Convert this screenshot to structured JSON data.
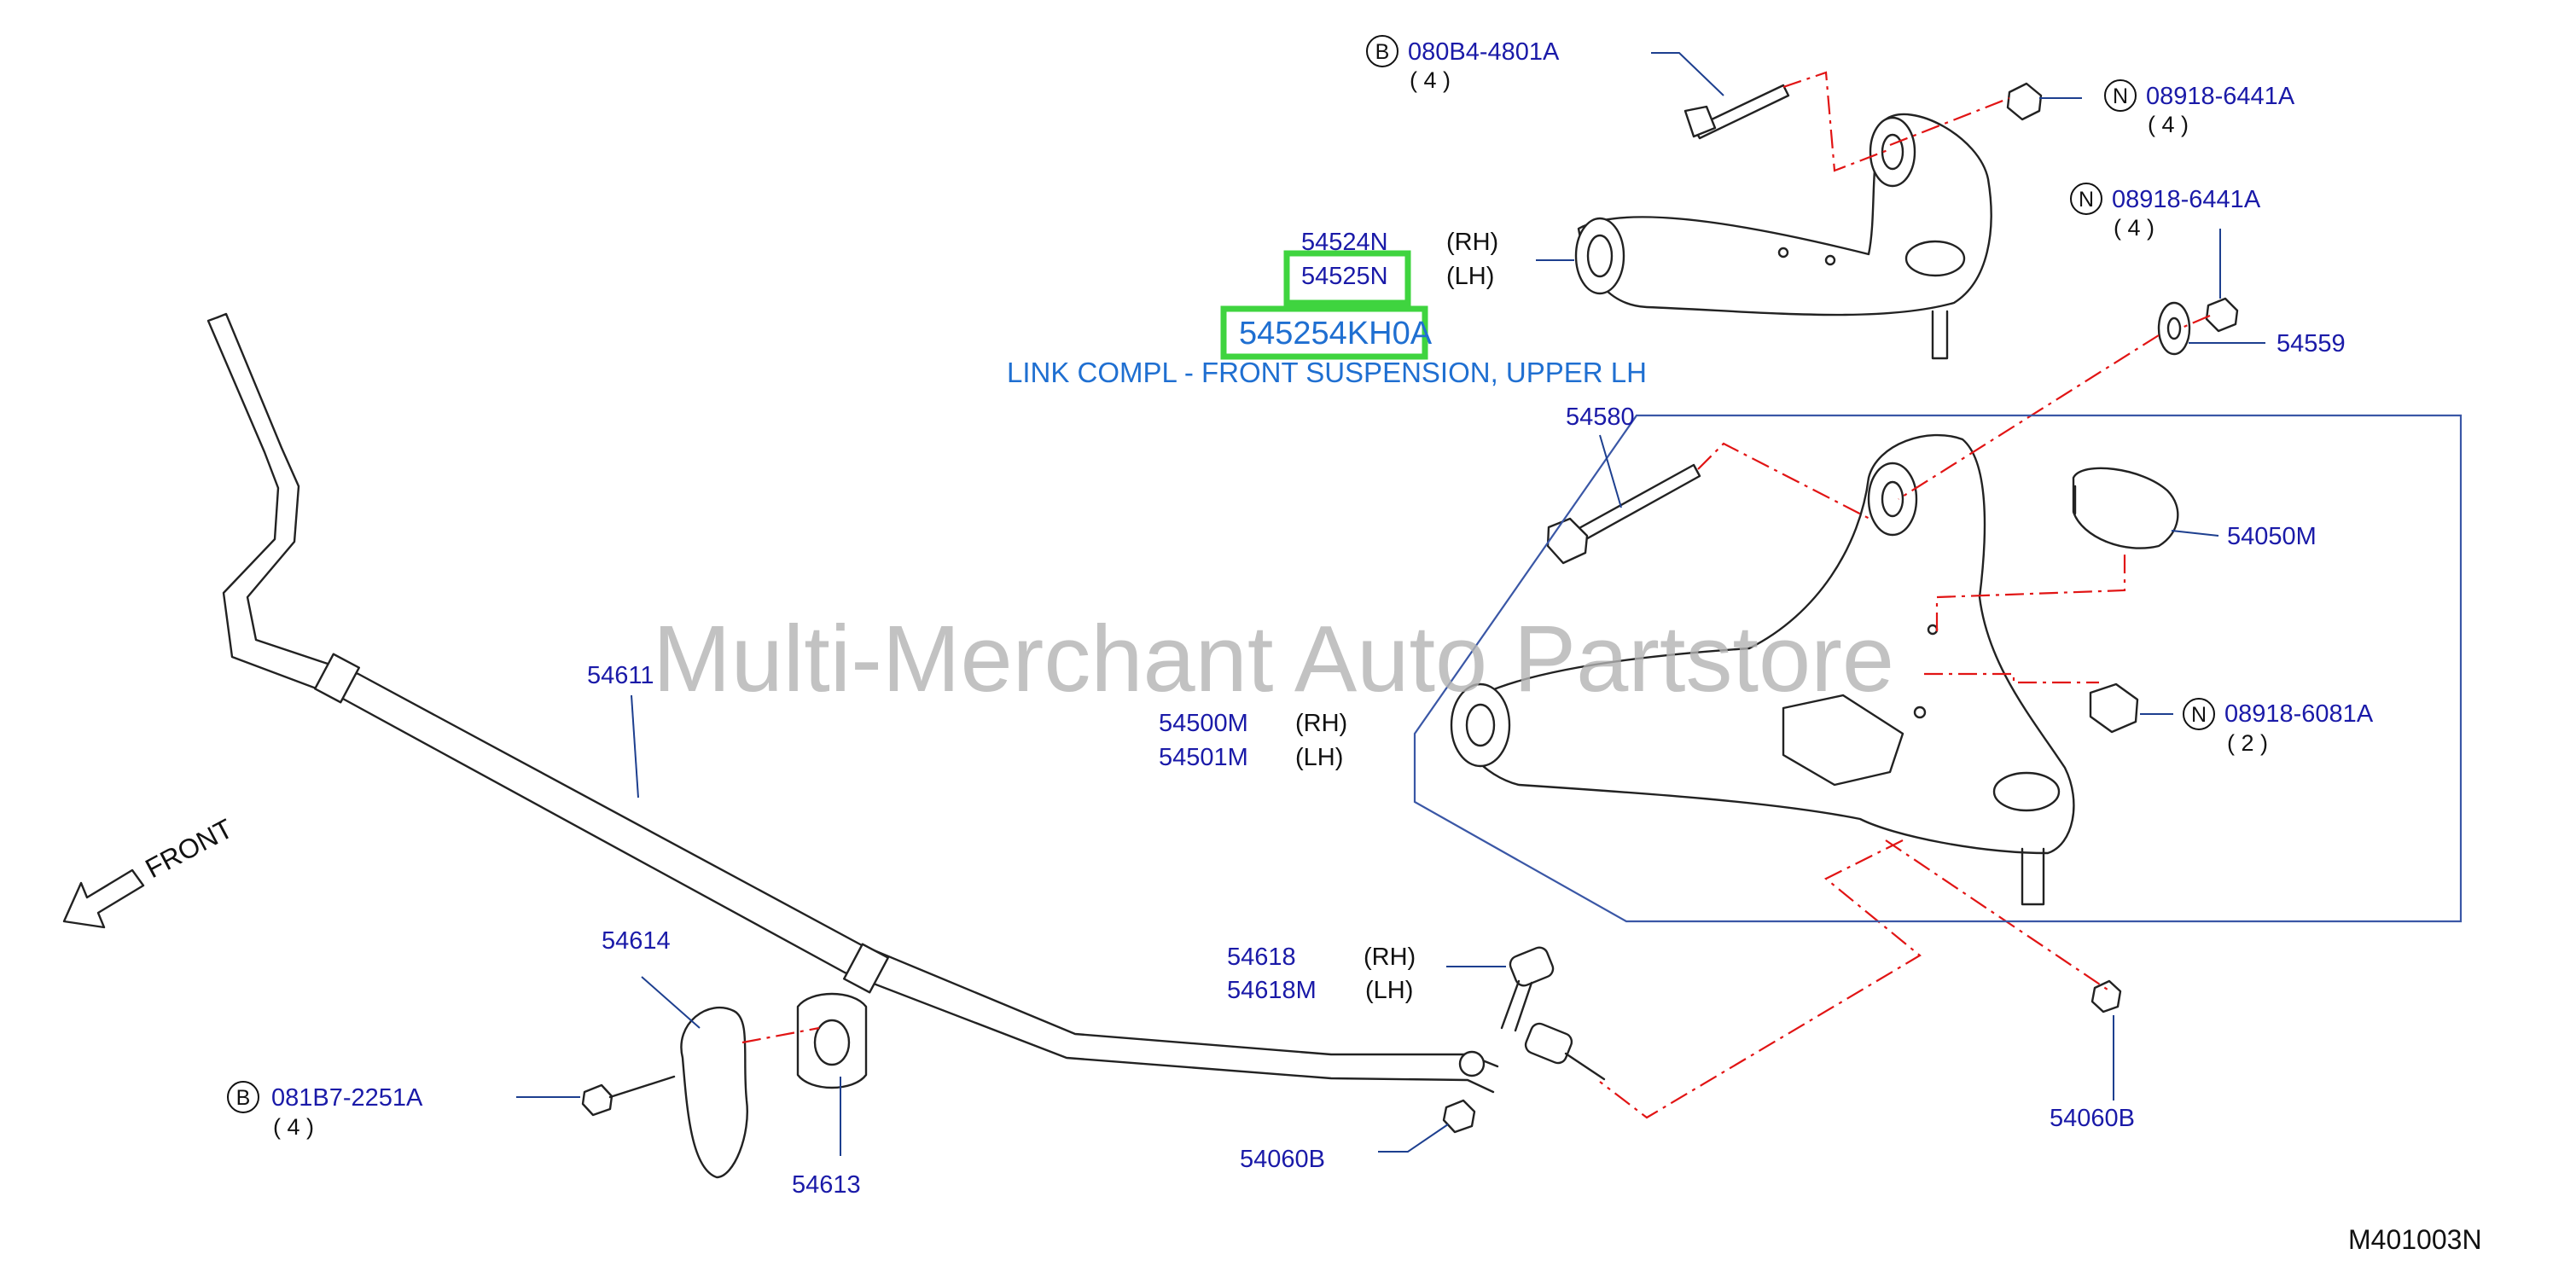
{
  "callouts": {
    "upper_bolt": {
      "circle": "B",
      "number": "080B4-4801A",
      "qty": "( 4 )"
    },
    "upper_nut_a": {
      "circle": "N",
      "number": "08918-6441A",
      "qty": "( 4 )"
    },
    "upper_nut_b": {
      "circle": "N",
      "number": "08918-6441A",
      "qty": "( 4 )"
    },
    "upper_arm_rh": {
      "number": "54524N",
      "qualifier": "(RH)"
    },
    "upper_arm_lh": {
      "number": "54525N",
      "qualifier": "(LH)"
    },
    "highlight_part": {
      "number": "545254KH0A"
    },
    "highlight_desc": "LINK COMPL - FRONT SUSPENSION, UPPER LH",
    "washer": {
      "number": "54559"
    },
    "cam_bolt": {
      "number": "54580"
    },
    "ball_boot": {
      "number": "54050M"
    },
    "lower_nut": {
      "circle": "N",
      "number": "08918-6081A",
      "qty": "( 2 )"
    },
    "stab_bar": {
      "number": "54611"
    },
    "lower_arm_rh": {
      "number": "54500M",
      "qualifier": "(RH)"
    },
    "lower_arm_lh": {
      "number": "54501M",
      "qualifier": "(LH)"
    },
    "clamp": {
      "number": "54614"
    },
    "link_rh": {
      "number": "54618",
      "qualifier": "(RH)"
    },
    "link_lh": {
      "number": "54618M",
      "qualifier": "(LH)"
    },
    "clamp_bolt": {
      "circle": "B",
      "number": "081B7-2251A",
      "qty": "( 4 )"
    },
    "bushing": {
      "number": "54613"
    },
    "link_nut_left": {
      "number": "54060B"
    },
    "link_nut_right": {
      "number": "54060B"
    }
  },
  "front_label": "FRONT",
  "watermark": "Multi-Merchant Auto Partstore",
  "diagram_code": "M401003N",
  "colors": {
    "part_number": "#1a1aa8",
    "highlight_text": "#1f6fd1",
    "highlight_border": "#3fd43f",
    "dash_line": "#e11414",
    "leader": "#1d3f8f"
  }
}
